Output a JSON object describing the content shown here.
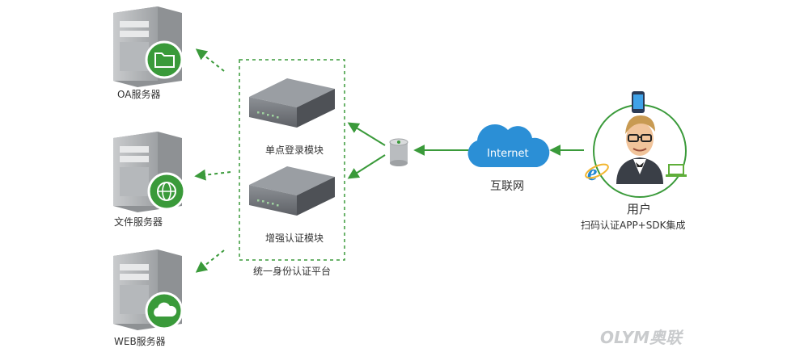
{
  "servers": {
    "oa": {
      "label": "OA服务器",
      "icon": "folder-icon"
    },
    "file": {
      "label": "文件服务器",
      "icon": "globe-icon"
    },
    "web": {
      "label": "WEB服务器",
      "icon": "cloud-icon"
    }
  },
  "platform": {
    "title": "统一身份认证平台",
    "modules": [
      {
        "label": "单点登录模块"
      },
      {
        "label": "增强认证模块"
      }
    ]
  },
  "network": {
    "cloud_text": "Internet",
    "label": "互联网"
  },
  "user": {
    "label": "用户",
    "sub_label": "扫码认证APP+SDK集成",
    "devices": [
      "phone-icon",
      "browser-icon",
      "laptop-icon"
    ]
  },
  "watermark": "OLYM奥联",
  "colors": {
    "accent_green": "#3a9a3a",
    "cloud_blue": "#2b8fd6",
    "server_gray": "#a6a8ab"
  }
}
